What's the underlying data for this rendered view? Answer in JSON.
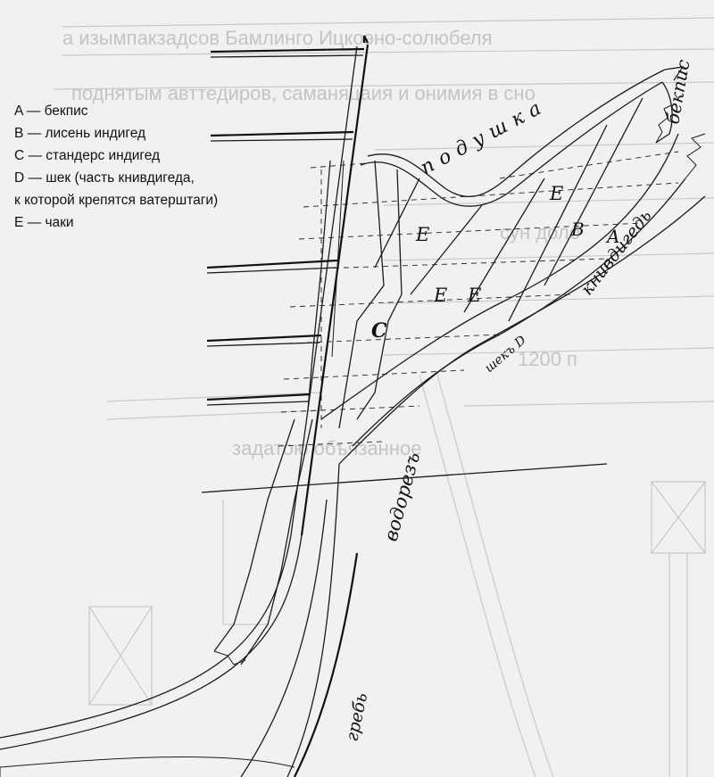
{
  "legend": [
    "A — бекпис",
    "B — лисень индигед",
    "C — стандерс индигед",
    "D — шек (часть книвдигеда,",
    "к которой крепятся ватерштаги)",
    "E — чаки"
  ],
  "handwritten": {
    "bekpis": "бекпис",
    "podushka": "подушка",
    "knyavdiged": "книвдигедь",
    "shek": "шекъ D",
    "vodorez": "водорезъ",
    "greb": "гребь"
  },
  "letters": {
    "A": "A",
    "B": "B",
    "C": "C",
    "E1": "Е",
    "E2": "Е",
    "E3": "Е",
    "E4": "Е"
  },
  "colors": {
    "paper": "#f1f1ef",
    "ink": "#111111",
    "bleed": "#c6c6c4"
  }
}
